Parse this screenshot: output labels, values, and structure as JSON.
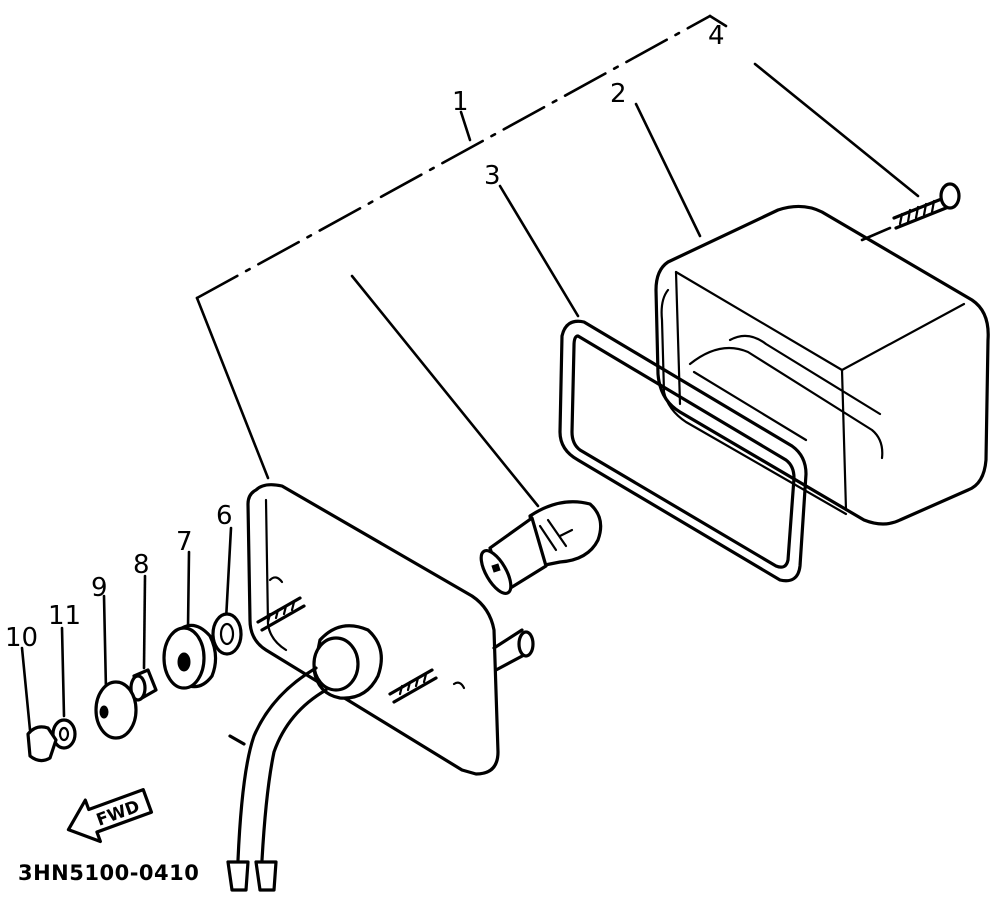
{
  "callouts": {
    "c1": "1",
    "c2": "2",
    "c3": "3",
    "c4": "4",
    "c6": "6",
    "c7": "7",
    "c8": "8",
    "c9": "9",
    "c10": "10",
    "c11": "11"
  },
  "direction_label": "FWD",
  "diagram_code": "3HN5100-0410"
}
